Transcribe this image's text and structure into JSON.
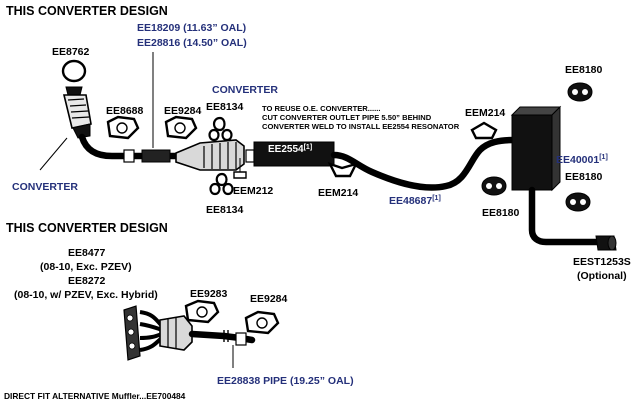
{
  "headings": {
    "top": "THIS CONVERTER DESIGN",
    "bottom": "THIS CONVERTER DESIGN"
  },
  "labels": {
    "ee8762": "EE8762",
    "ee18209": "EE18209 (11.63” OAL)",
    "ee28816": "EE28816 (14.50” OAL)",
    "ee8688": "EE8688",
    "ee9284_top": "EE9284",
    "ee8134_top": "EE8134",
    "converter_mid": "CONVERTER",
    "converter_left": "CONVERTER",
    "ee2554": "EE2554",
    "ee2554_note": "[1]",
    "eem212": "EEM212",
    "eem214_low": "EEM214",
    "ee8134_bottom": "EE8134",
    "ee48687": "EE48687",
    "ee48687_note": "[1]",
    "eem214_top": "EEM214",
    "ee8180_top": "EE8180",
    "ee40001": "EE40001",
    "ee40001_note": "[1]",
    "ee8180_mid": "EE8180",
    "ee8180_low": "EE8180",
    "eest1253s": "EEST1253S",
    "optional": "(Optional)",
    "ee8477": "EE8477",
    "ee8477_app": "(08-10, Exc. PZEV)",
    "ee8272": "EE8272",
    "ee8272_app": "(08-10, w/ PZEV, Exc. Hybrid)",
    "ee9283": "EE9283",
    "ee9284_bottom": "EE9284",
    "ee28838": "EE28838 PIPE (19.25” OAL)"
  },
  "resonator_note": [
    "TO REUSE O.E. CONVERTER......",
    "CUT CONVERTER OUTLET PIPE 5.50” BEHIND",
    "CONVERTER WELD TO INSTALL EE2554 RESONATOR"
  ],
  "footer": "DIRECT FIT ALTERNATIVE Muffler...EE700484",
  "colors": {
    "part_blue": "#24307a",
    "line": "#000000",
    "background": "#ffffff"
  }
}
